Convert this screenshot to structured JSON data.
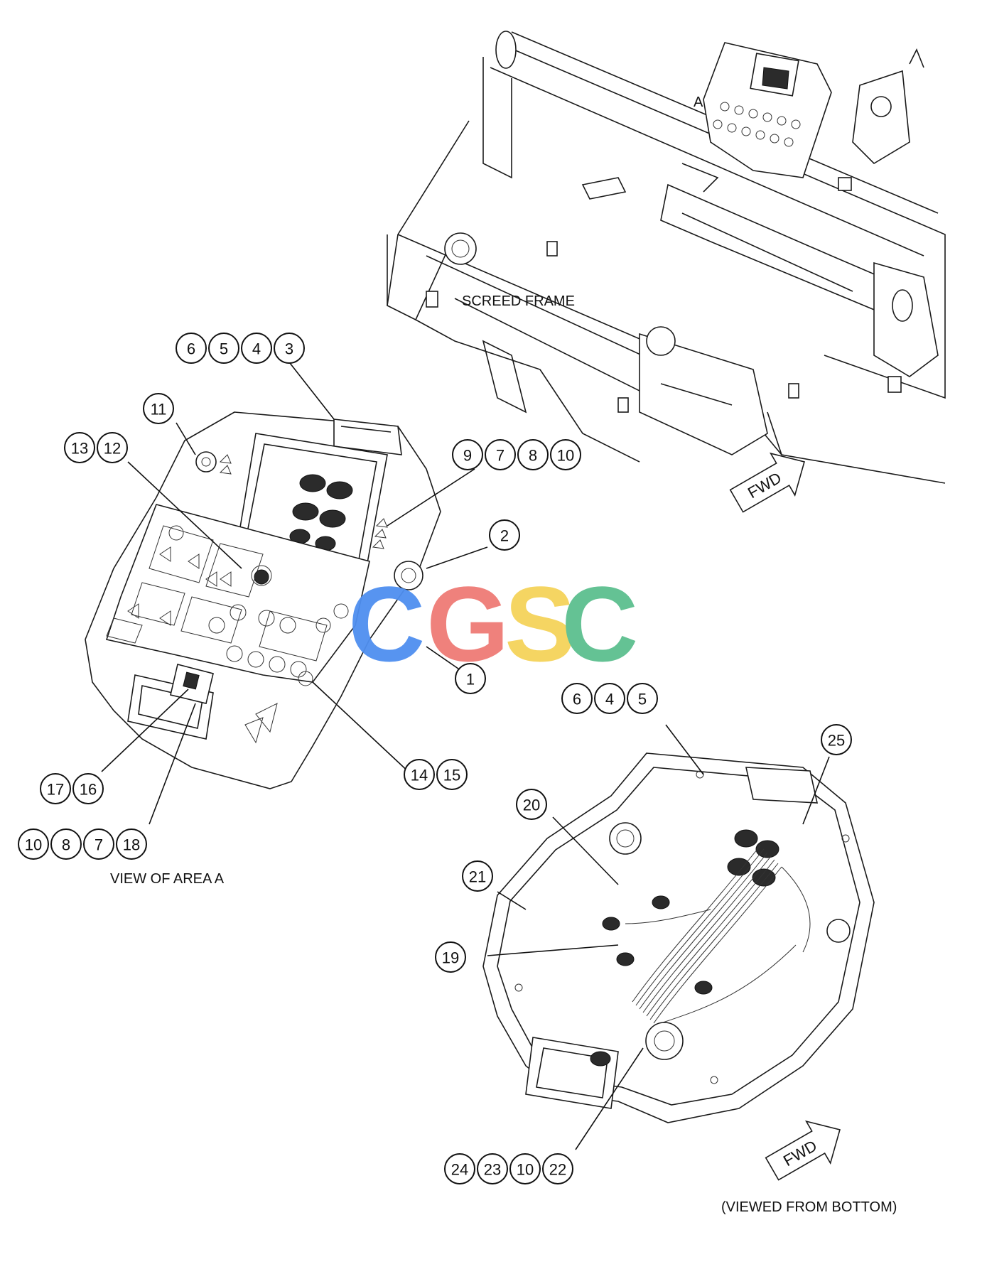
{
  "labels": {
    "area_marker": "A",
    "screed_frame": "SCREED FRAME",
    "view_of_area": "VIEW OF AREA A",
    "viewed_from_bottom": "(VIEWED FROM BOTTOM)",
    "fwd_top": "FWD",
    "fwd_bottom": "FWD",
    "watermark": "CGSC"
  },
  "colors": {
    "watermark_c1": "#4f8ff0",
    "watermark_g": "#ef7b76",
    "watermark_s": "#f5d35a",
    "watermark_c2": "#5cbf8f"
  },
  "callout_groups": [
    {
      "id": "group-3456",
      "numbers": [
        "6",
        "5",
        "4",
        "3"
      ]
    },
    {
      "id": "group-11",
      "numbers": [
        "11"
      ]
    },
    {
      "id": "group-1312",
      "numbers": [
        "13",
        "12"
      ]
    },
    {
      "id": "group-97810",
      "numbers": [
        "9",
        "7",
        "8",
        "10"
      ]
    },
    {
      "id": "group-2",
      "numbers": [
        "2"
      ]
    },
    {
      "id": "group-1",
      "numbers": [
        "1"
      ]
    },
    {
      "id": "group-1415",
      "numbers": [
        "14",
        "15"
      ]
    },
    {
      "id": "group-1716",
      "numbers": [
        "17",
        "16"
      ]
    },
    {
      "id": "group-108718",
      "numbers": [
        "10",
        "8",
        "7",
        "18"
      ]
    },
    {
      "id": "group-645",
      "numbers": [
        "6",
        "4",
        "5"
      ]
    },
    {
      "id": "group-25",
      "numbers": [
        "25"
      ]
    },
    {
      "id": "group-20",
      "numbers": [
        "20"
      ]
    },
    {
      "id": "group-21",
      "numbers": [
        "21"
      ]
    },
    {
      "id": "group-19",
      "numbers": [
        "19"
      ]
    },
    {
      "id": "group-24231022",
      "numbers": [
        "24",
        "23",
        "10",
        "22"
      ]
    }
  ]
}
